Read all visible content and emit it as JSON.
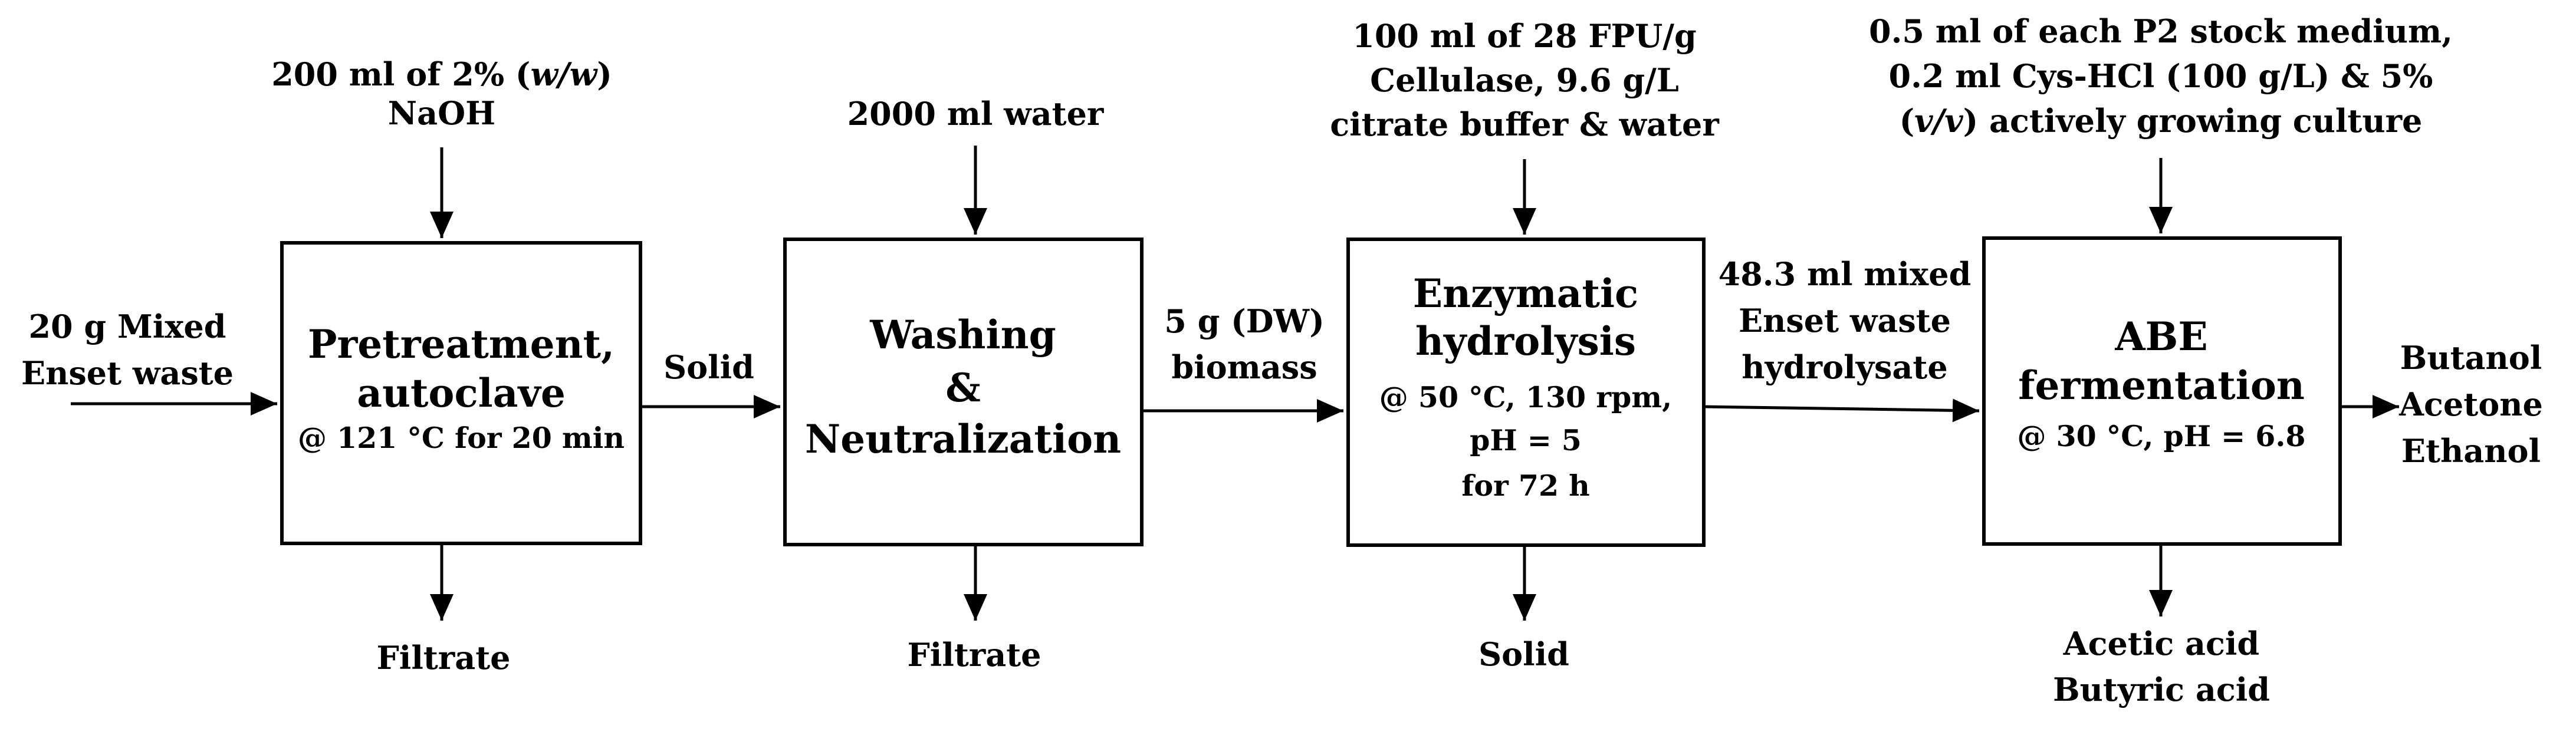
{
  "inputs": {
    "feed_line1": "20 g Mixed",
    "feed_line2": "Enset waste",
    "naoh_line1_a": "200 ml of 2% (",
    "naoh_line1_b": "w/w",
    "naoh_line1_c": ")",
    "naoh_line2": "NaOH",
    "water": "2000 ml water",
    "enzyme_line1": "100 ml of 28 FPU/g",
    "enzyme_line2": "Cellulase, 9.6 g/L",
    "enzyme_line3": "citrate buffer & water",
    "medium_line1": "0.5 ml of each P2 stock medium,",
    "medium_line2": "0.2 ml Cys-HCl (100 g/L) & 5%",
    "medium_line3_a": "(",
    "medium_line3_b": "v/v",
    "medium_line3_c": ") actively growing culture"
  },
  "steps": {
    "pretreatment": {
      "title1": "Pretreatment,",
      "title2": "autoclave",
      "cond": "@ 121 °C for 20 min"
    },
    "washing": {
      "title1": "Washing",
      "title2": "&",
      "title3": "Neutralization"
    },
    "hydrolysis": {
      "title1": "Enzymatic",
      "title2": "hydrolysis",
      "cond1": "@ 50 °C, 130 rpm,",
      "cond2": "pH = 5",
      "cond3": "for 72 h"
    },
    "fermentation": {
      "title1": "ABE",
      "title2": "fermentation",
      "cond": "@ 30 °C, pH = 6.8"
    }
  },
  "streams": {
    "solid_1": "Solid",
    "biomass_line1": "5 g (DW)",
    "biomass_line2": "biomass",
    "hydrolysate_line1": "48.3 ml mixed",
    "hydrolysate_line2": "Enset waste",
    "hydrolysate_line3": "hydrolysate"
  },
  "outputs": {
    "filtrate_1": "Filtrate",
    "filtrate_2": "Filtrate",
    "solid_2": "Solid",
    "acetic": "Acetic acid",
    "butyric": "Butyric acid",
    "butanol": "Butanol",
    "acetone": "Acetone",
    "ethanol": "Ethanol"
  }
}
